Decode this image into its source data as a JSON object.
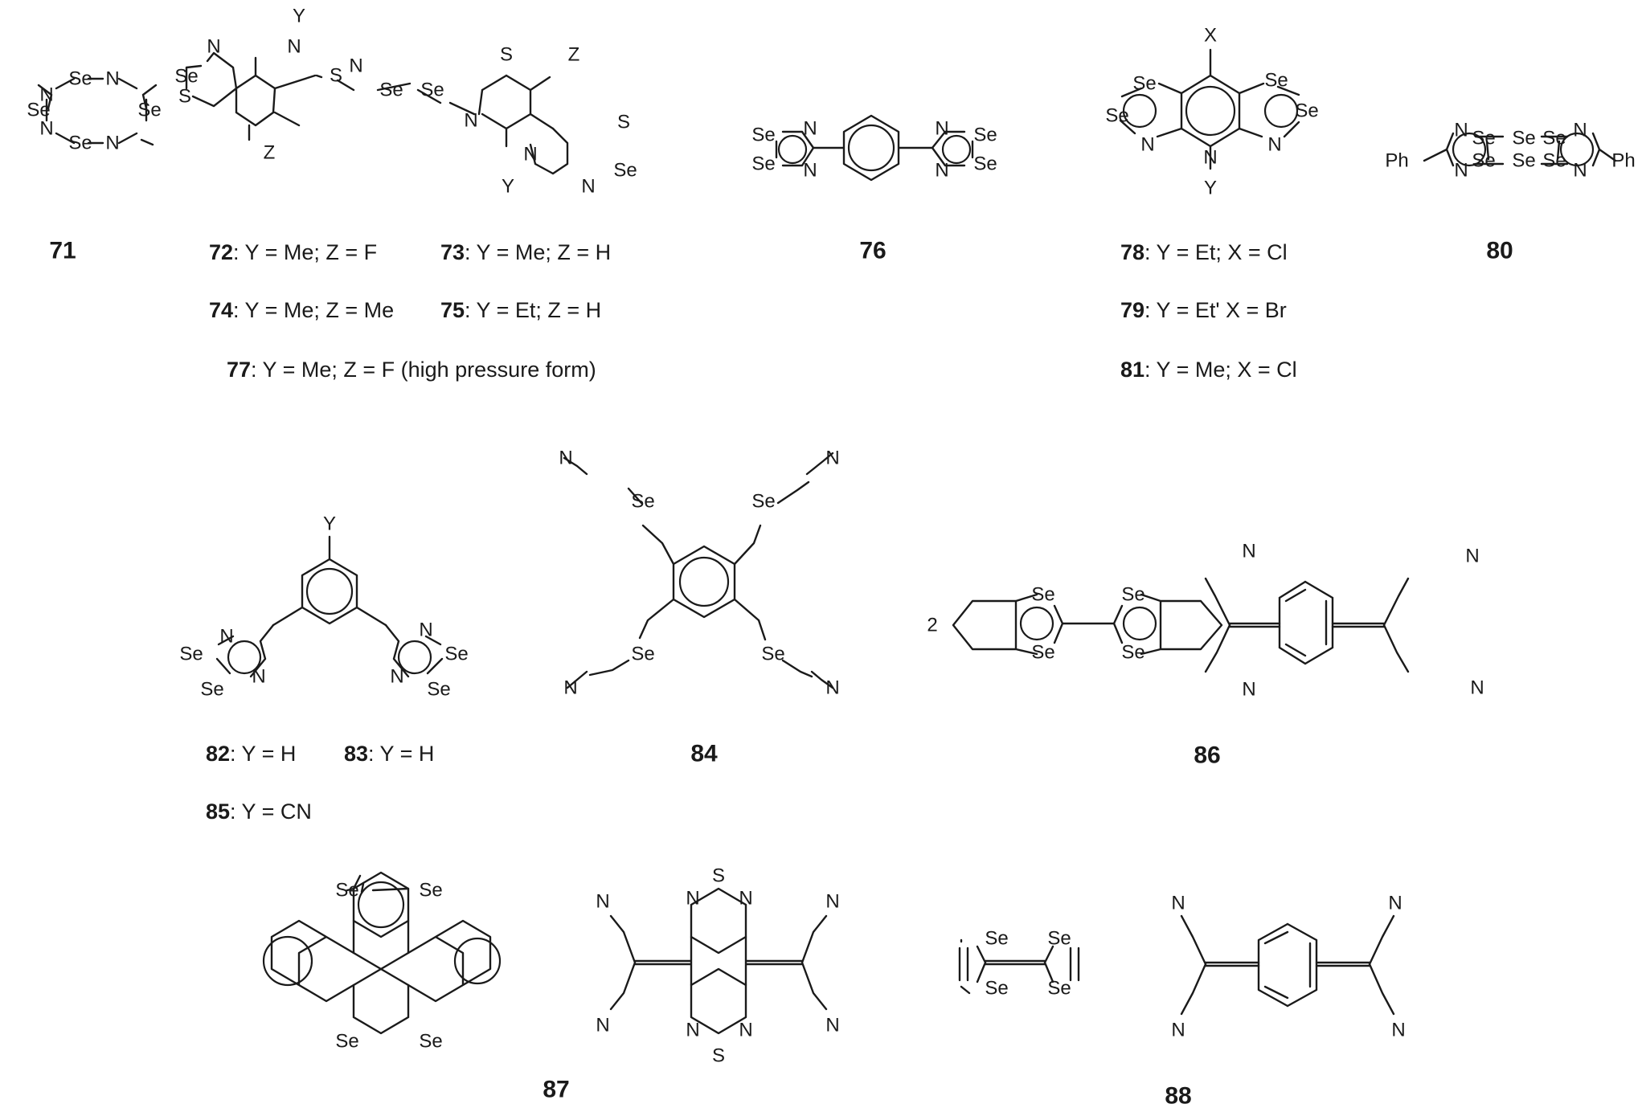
{
  "compound_numbers": {
    "c71": "71",
    "c76": "76",
    "c80": "80",
    "c84": "84",
    "c86": "86",
    "c87": "87",
    "c88": "88"
  },
  "captions": [
    {
      "num": "72",
      "text": ": Y = Me; Z =  F"
    },
    {
      "num": "73",
      "text": ": Y = Me; Z = H"
    },
    {
      "num": "74",
      "text": ": Y = Me; Z = Me"
    },
    {
      "num": "75",
      "text": ": Y = Et; Z = H"
    },
    {
      "num": "77",
      "text": ": Y = Me; Z =  F (high pressure form)"
    },
    {
      "num": "78",
      "text": ": Y = Et; X = Cl"
    },
    {
      "num": "79",
      "text": ": Y = Et' X = Br"
    },
    {
      "num": "81",
      "text": ": Y = Me; X = Cl"
    },
    {
      "num": "82",
      "text": ": Y = H"
    },
    {
      "num": "83",
      "text": ": Y = H"
    },
    {
      "num": "85",
      "text": ": Y = CN"
    }
  ],
  "atom_labels": {
    "Se": "Se",
    "N": "N",
    "S": "S",
    "Y": "Y",
    "Z": "Z",
    "X": "X",
    "Ph": "Ph",
    "coef_86": "2"
  }
}
